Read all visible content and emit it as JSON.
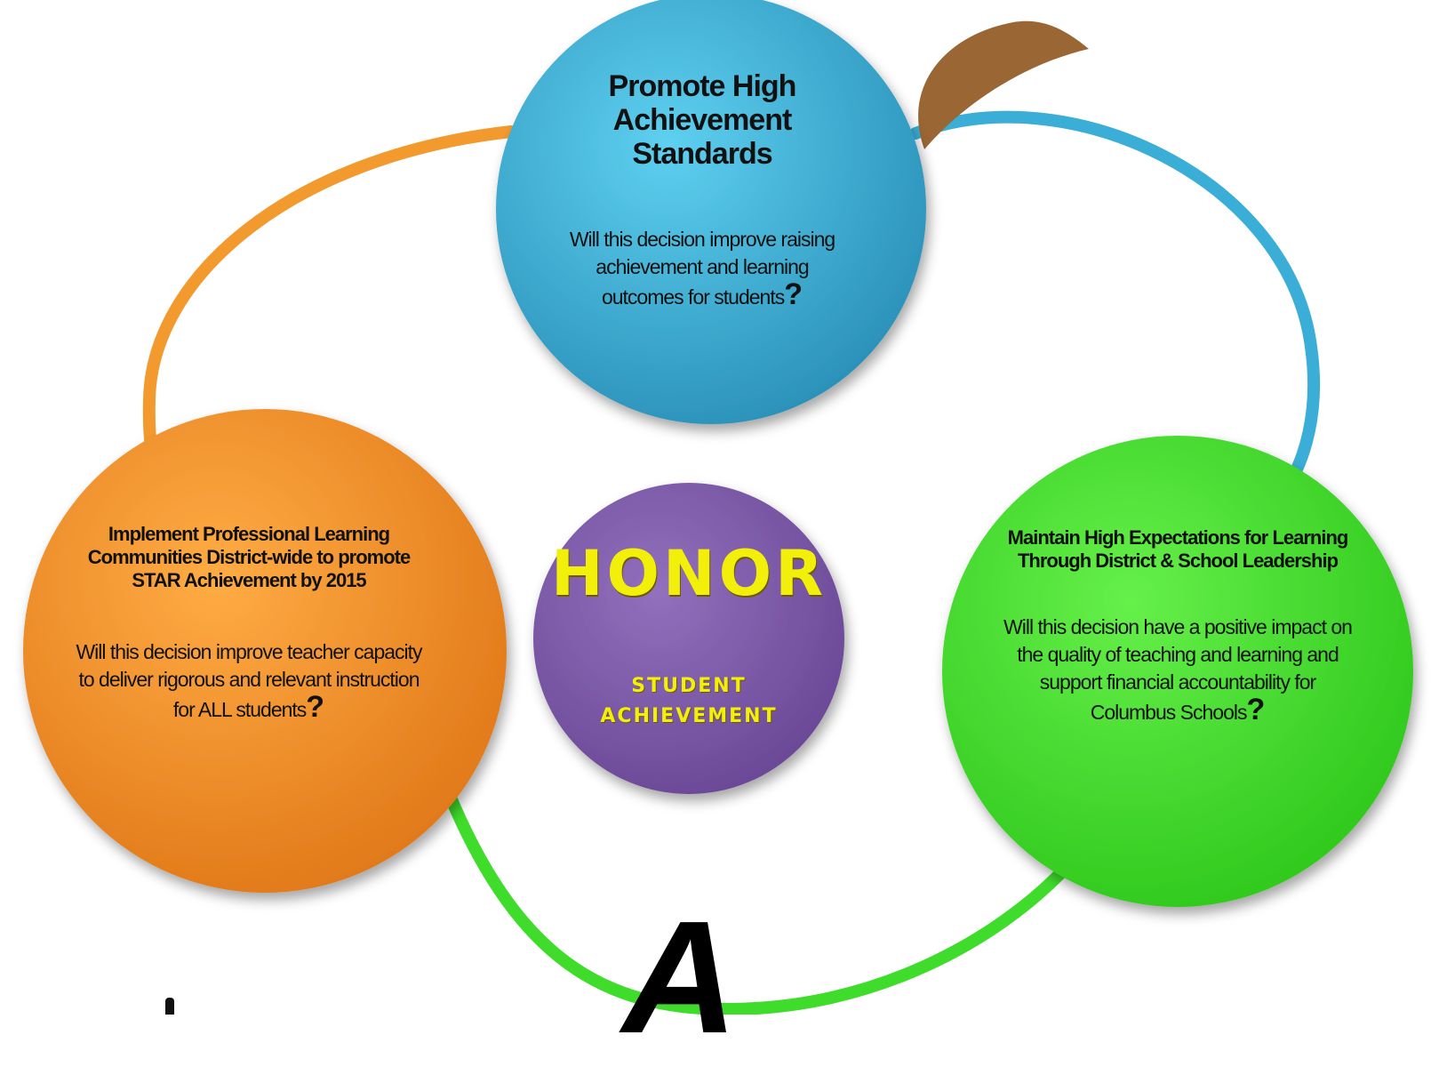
{
  "colors": {
    "orange": "#f39a2f",
    "blue": "#3aaed6",
    "green": "#3fdc2b",
    "purple": "#7e58a8",
    "brown": "#9a6633",
    "yellow": "#f2ef0a"
  },
  "top_circle": {
    "title": "Promote  High Achievement Standards",
    "question": "Will this decision improve raising achievement and learning outcomes for students",
    "qmark": "?"
  },
  "left_circle": {
    "title": "Implement Professional Learning Communities District-wide to promote STAR Achievement by  2015",
    "question": "Will this decision improve teacher capacity to deliver rigorous and relevant instruction for ALL students",
    "qmark": "?"
  },
  "right_circle": {
    "title": "Maintain High Expectations for Learning Through District & School Leadership",
    "question": "Will this decision have a positive impact on the quality of teaching and learning and support financial accountability for Columbus Schools",
    "qmark": "?"
  },
  "center_circle": {
    "title": "HONOR",
    "subtitle": "STUDENT ACHIEVEMENT"
  },
  "bottom_letter": "A"
}
